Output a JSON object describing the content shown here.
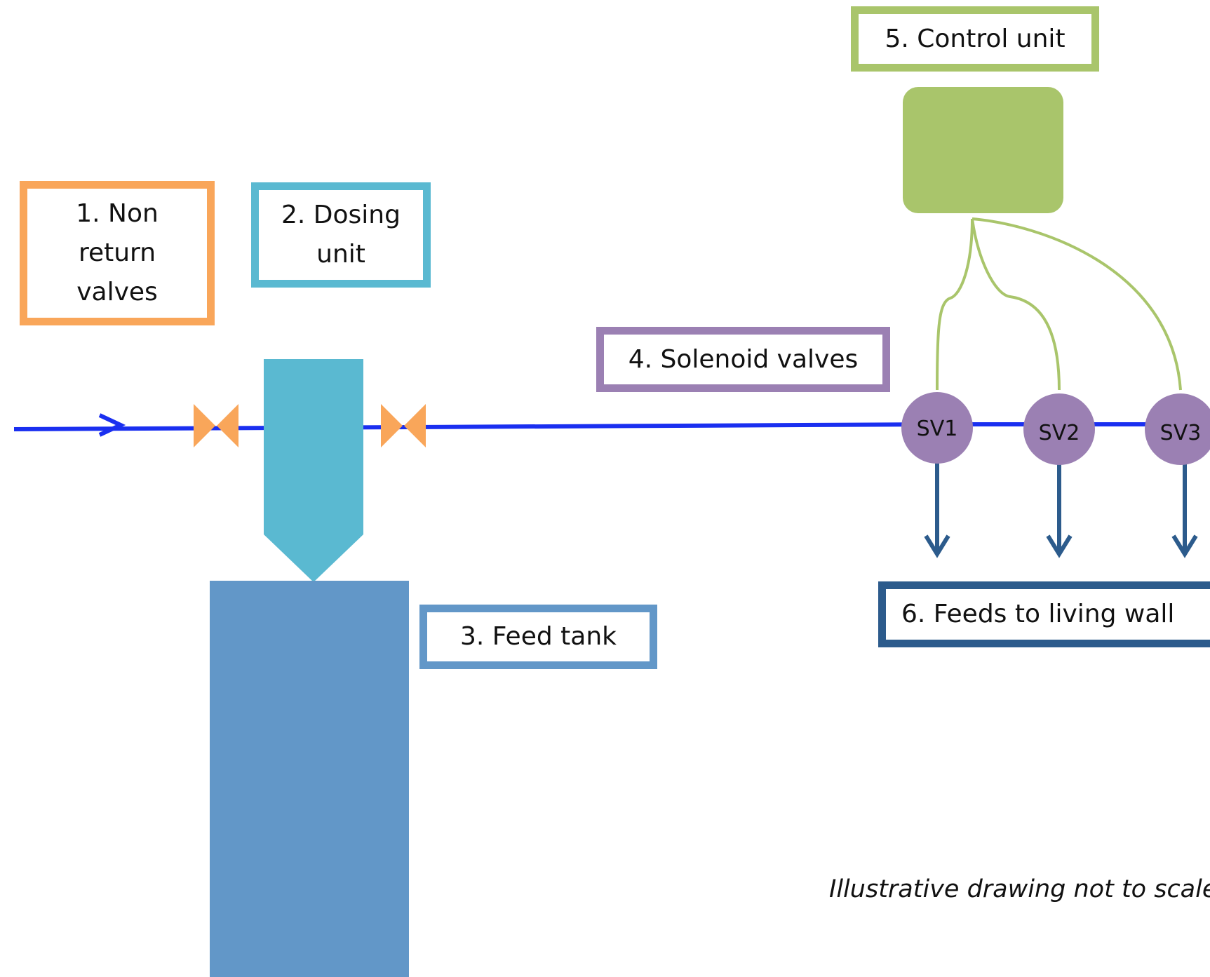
{
  "colors": {
    "pipe": "#1a2ff0",
    "valve": "#f9a65a",
    "dosing": "#5ab9d1",
    "tank": "#6297c8",
    "solenoid": "#9b80b3",
    "control": "#a9c56b",
    "feed": "#2c5b8c"
  },
  "labels": {
    "non_return_valves": [
      "1. Non",
      "return",
      "valves"
    ],
    "dosing_unit": [
      "2. Dosing",
      "unit"
    ],
    "feed_tank": "3. Feed tank",
    "solenoid_valves": "4. Solenoid valves",
    "control_unit": "5. Control unit",
    "feeds": "6. Feeds to living wall"
  },
  "solenoids": [
    "SV1",
    "SV2",
    "SV3"
  ],
  "note": "Illustrative drawing not to scale",
  "icons": {
    "flow_arrow": "arrow-right-icon",
    "check_valve": "bowtie-valve-icon",
    "outlet": "arrow-down-icon"
  }
}
